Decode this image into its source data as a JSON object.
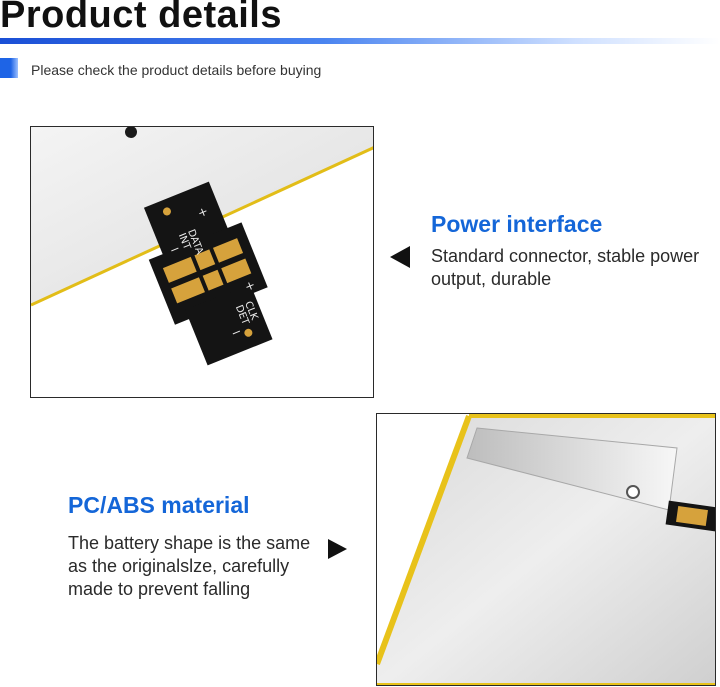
{
  "header": {
    "title": "Product details",
    "subtitle": "Please check the product details before buying"
  },
  "features": [
    {
      "title": "Power interface",
      "description": "Standard connector, stable power output, durable"
    },
    {
      "title": "PC/ABS material",
      "description": "The battery shape is the same as the originalslze, carefully made to prevent falling"
    }
  ],
  "connector": {
    "labels": [
      "DATA",
      "INT",
      "+",
      "−",
      "CLK",
      "DET",
      "+",
      "−"
    ]
  },
  "colors": {
    "accent_blue": "#1466d8",
    "header_bar": "#1a4fd6",
    "battery_edge": "#e8c21a",
    "pcb": "#141414",
    "gold_contact": "#d6a23c"
  }
}
